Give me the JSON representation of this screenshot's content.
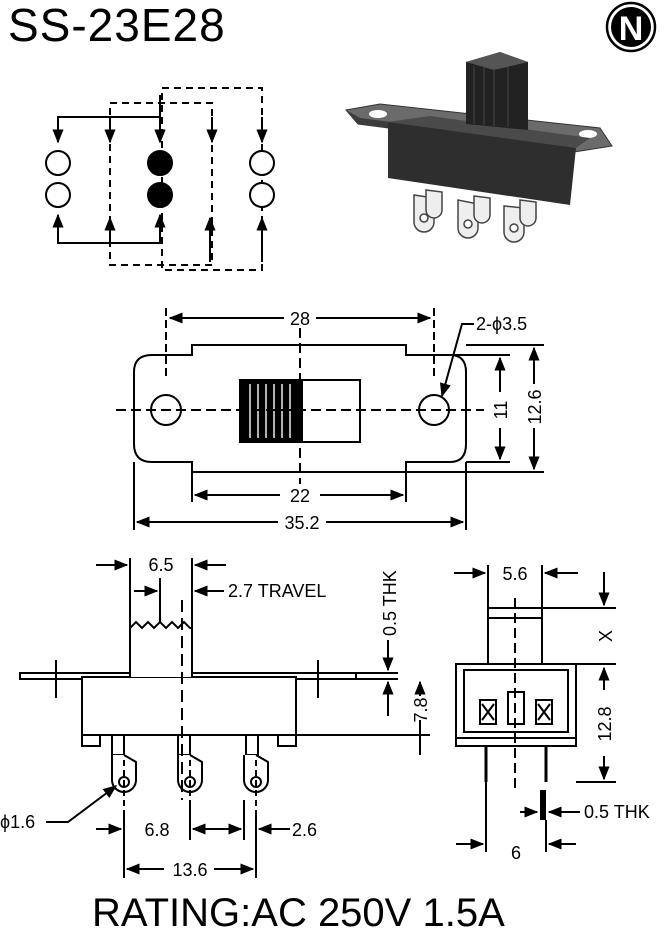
{
  "title": "SS-23E28",
  "logo_letter": "N",
  "rating": "RATING:AC 250V 1.5A",
  "dimensions": {
    "top_view": {
      "hole_spacing": "28",
      "hole_callout": "2-ϕ3.5",
      "inner_height": "11",
      "outer_height": "12.6",
      "body_width": "22",
      "overall_length": "35.2"
    },
    "side_view": {
      "actuator_width": "6.5",
      "travel": "2.7 TRAVEL",
      "plate_thickness": "0.5 THK",
      "body_height": "7.8",
      "pin_diameter": "ϕ1.6",
      "pin_pitch": "6.8",
      "pin_offset": "2.6",
      "pin_span": "13.6"
    },
    "end_view": {
      "actuator_width": "5.6",
      "actuator_height": "X",
      "height": "12.8",
      "pin_thickness": "0.5 THK",
      "pin_spacing": "6"
    }
  },
  "colors": {
    "ink": "#000000",
    "paper": "#ffffff",
    "body_shade": "#555555"
  }
}
